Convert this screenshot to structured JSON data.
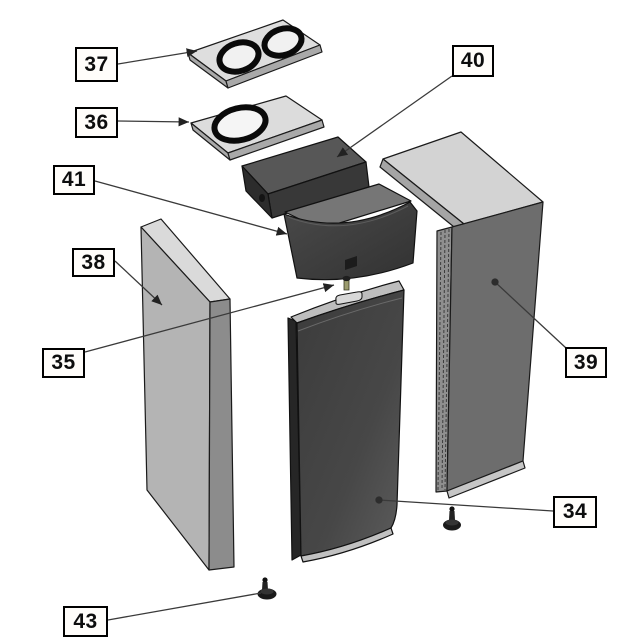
{
  "diagram": {
    "type": "exploded-parts-diagram",
    "background": "#ffffff",
    "callouts": [
      {
        "label": "34"
      },
      {
        "label": "35"
      },
      {
        "label": "36"
      },
      {
        "label": "37"
      },
      {
        "label": "38"
      },
      {
        "label": "39"
      },
      {
        "label": "40"
      },
      {
        "label": "41"
      },
      {
        "label": "43"
      }
    ],
    "colors": {
      "outline": "#1b1b1b",
      "leader_line": "#3a3a3a",
      "part_light_gray": "#d6d6d6",
      "part_mid_gray": "#b4b4b4",
      "part_dark_gray": "#3e3e3e",
      "ring_black": "#0a0a0a",
      "label_background": "#fffdfa",
      "label_border": "#000000"
    }
  }
}
